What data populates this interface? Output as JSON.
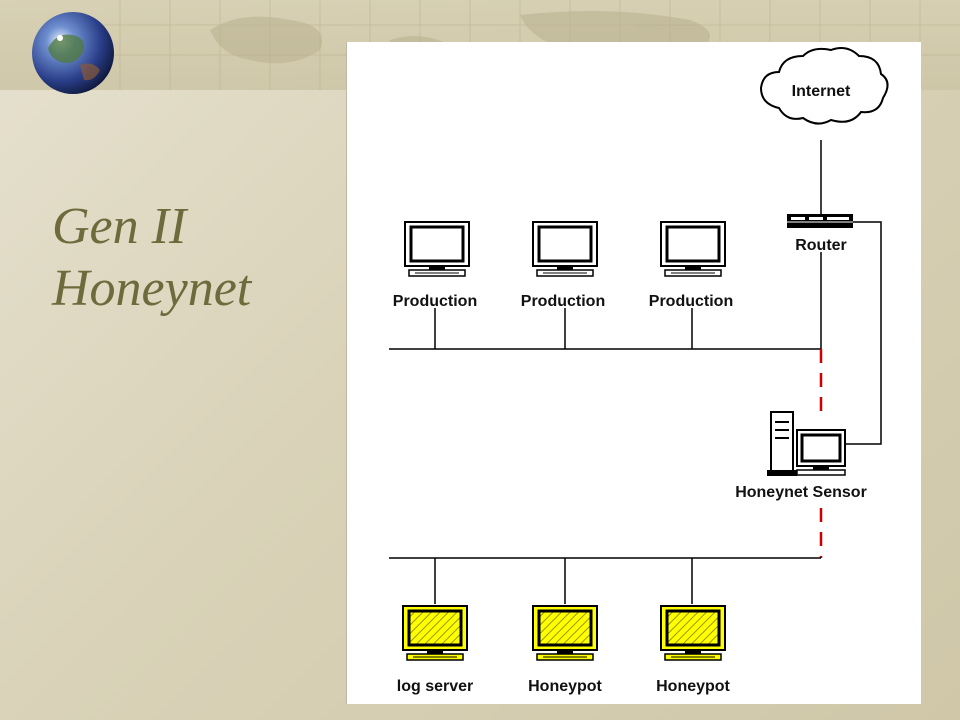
{
  "slide": {
    "title_line1": "Gen II",
    "title_line2": "Honeynet"
  },
  "diagram": {
    "internet_label": "Internet",
    "router_label": "Router",
    "sensor_label": "Honeynet Sensor",
    "production_hosts": [
      {
        "label": "Production"
      },
      {
        "label": "Production"
      },
      {
        "label": "Production"
      }
    ],
    "honeynet_hosts": [
      {
        "label": "log server"
      },
      {
        "label": "Honeypot"
      },
      {
        "label": "Honeypot"
      }
    ],
    "colors": {
      "honeypot_fill": "#ffff00",
      "dashed_link": "#cc0000",
      "line": "#000000",
      "title": "#6e6a3c"
    }
  }
}
